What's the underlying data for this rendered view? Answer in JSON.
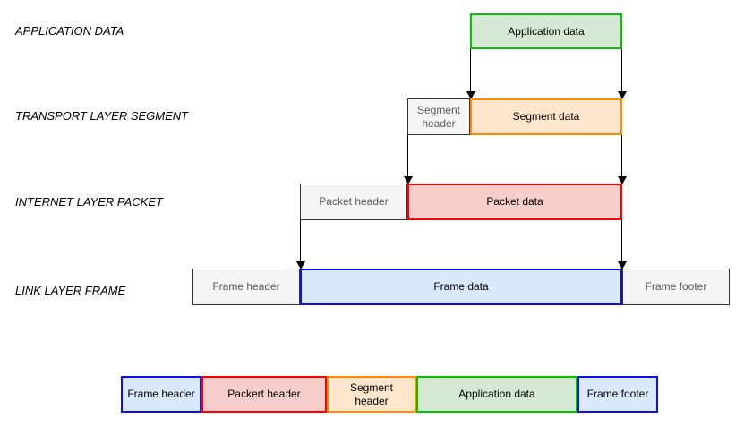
{
  "rows": [
    {
      "label": "APPLICATION DATA",
      "boxes": [
        {
          "text": "Application data",
          "color": "green"
        }
      ]
    },
    {
      "label": "TRANSPORT LAYER SEGMENT",
      "boxes": [
        {
          "text": "Segment header",
          "color": "gray"
        },
        {
          "text": "Segment data",
          "color": "orange"
        }
      ]
    },
    {
      "label": "INTERNET LAYER PACKET",
      "boxes": [
        {
          "text": "Packet header",
          "color": "gray"
        },
        {
          "text": "Packet data",
          "color": "red"
        }
      ]
    },
    {
      "label": "LINK LAYER FRAME",
      "boxes": [
        {
          "text": "Frame header",
          "color": "gray"
        },
        {
          "text": "Frame data",
          "color": "blue"
        },
        {
          "text": "Frame footer",
          "color": "gray"
        }
      ]
    }
  ],
  "composite": {
    "boxes": [
      {
        "text": "Frame header",
        "color": "blue"
      },
      {
        "text": "Packert header",
        "color": "red"
      },
      {
        "text": "Segment header",
        "color": "orange"
      },
      {
        "text": "Application data",
        "color": "green"
      },
      {
        "text": "Frame footer",
        "color": "blue"
      }
    ]
  },
  "palette": {
    "green_fill": "#d5e8d4",
    "green_stroke": "#00c400",
    "orange_fill": "#ffe6cc",
    "orange_stroke": "#ff8c00",
    "red_fill": "#f8cecc",
    "red_stroke": "#ff0000",
    "blue_fill": "#dae8fc",
    "blue_stroke": "#0f0fe8",
    "gray_fill": "#f5f5f5",
    "gray_stroke": "#333333",
    "gray_text": "#595959",
    "arrow": "#000000",
    "label_text": "#000000"
  }
}
